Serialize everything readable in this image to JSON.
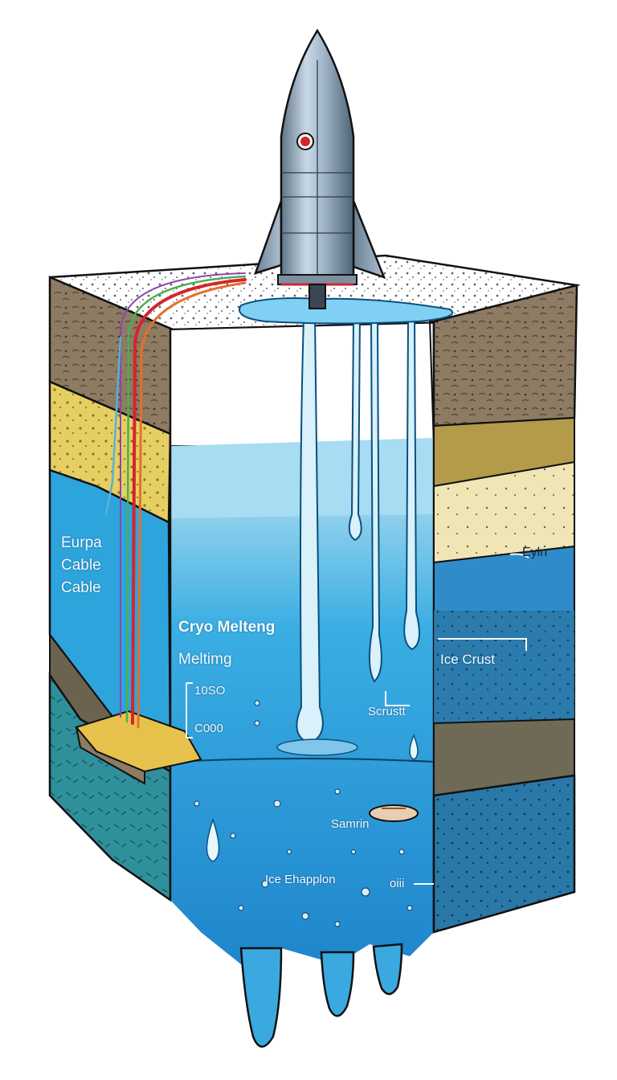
{
  "labels": {
    "europa": "Eurpa",
    "cable_1": "Cable",
    "cable_2": "Cable",
    "cryo_melting": "Cryo Melteng",
    "melting": "Meltimg",
    "depth_top": "10SO",
    "depth_bottom": "C000",
    "ice_crust": "Ice Crust",
    "scrust": "Scrustt",
    "eyln": "Eyln",
    "sample": "Samrin",
    "ice_chamber": "Ice Ehapplon",
    "oil": "oiii"
  },
  "colors": {
    "ice_top": "#ffffff",
    "water_light": "#8fd0ec",
    "water": "#2ea4dd",
    "water_deep": "#1f7fc4",
    "rock_brown": "#8a7a62",
    "sand_yellow": "#e8d36a",
    "cable_red": "#d4252d",
    "cable_green": "#4caf50",
    "probe_steel": "#9fb3c8"
  }
}
